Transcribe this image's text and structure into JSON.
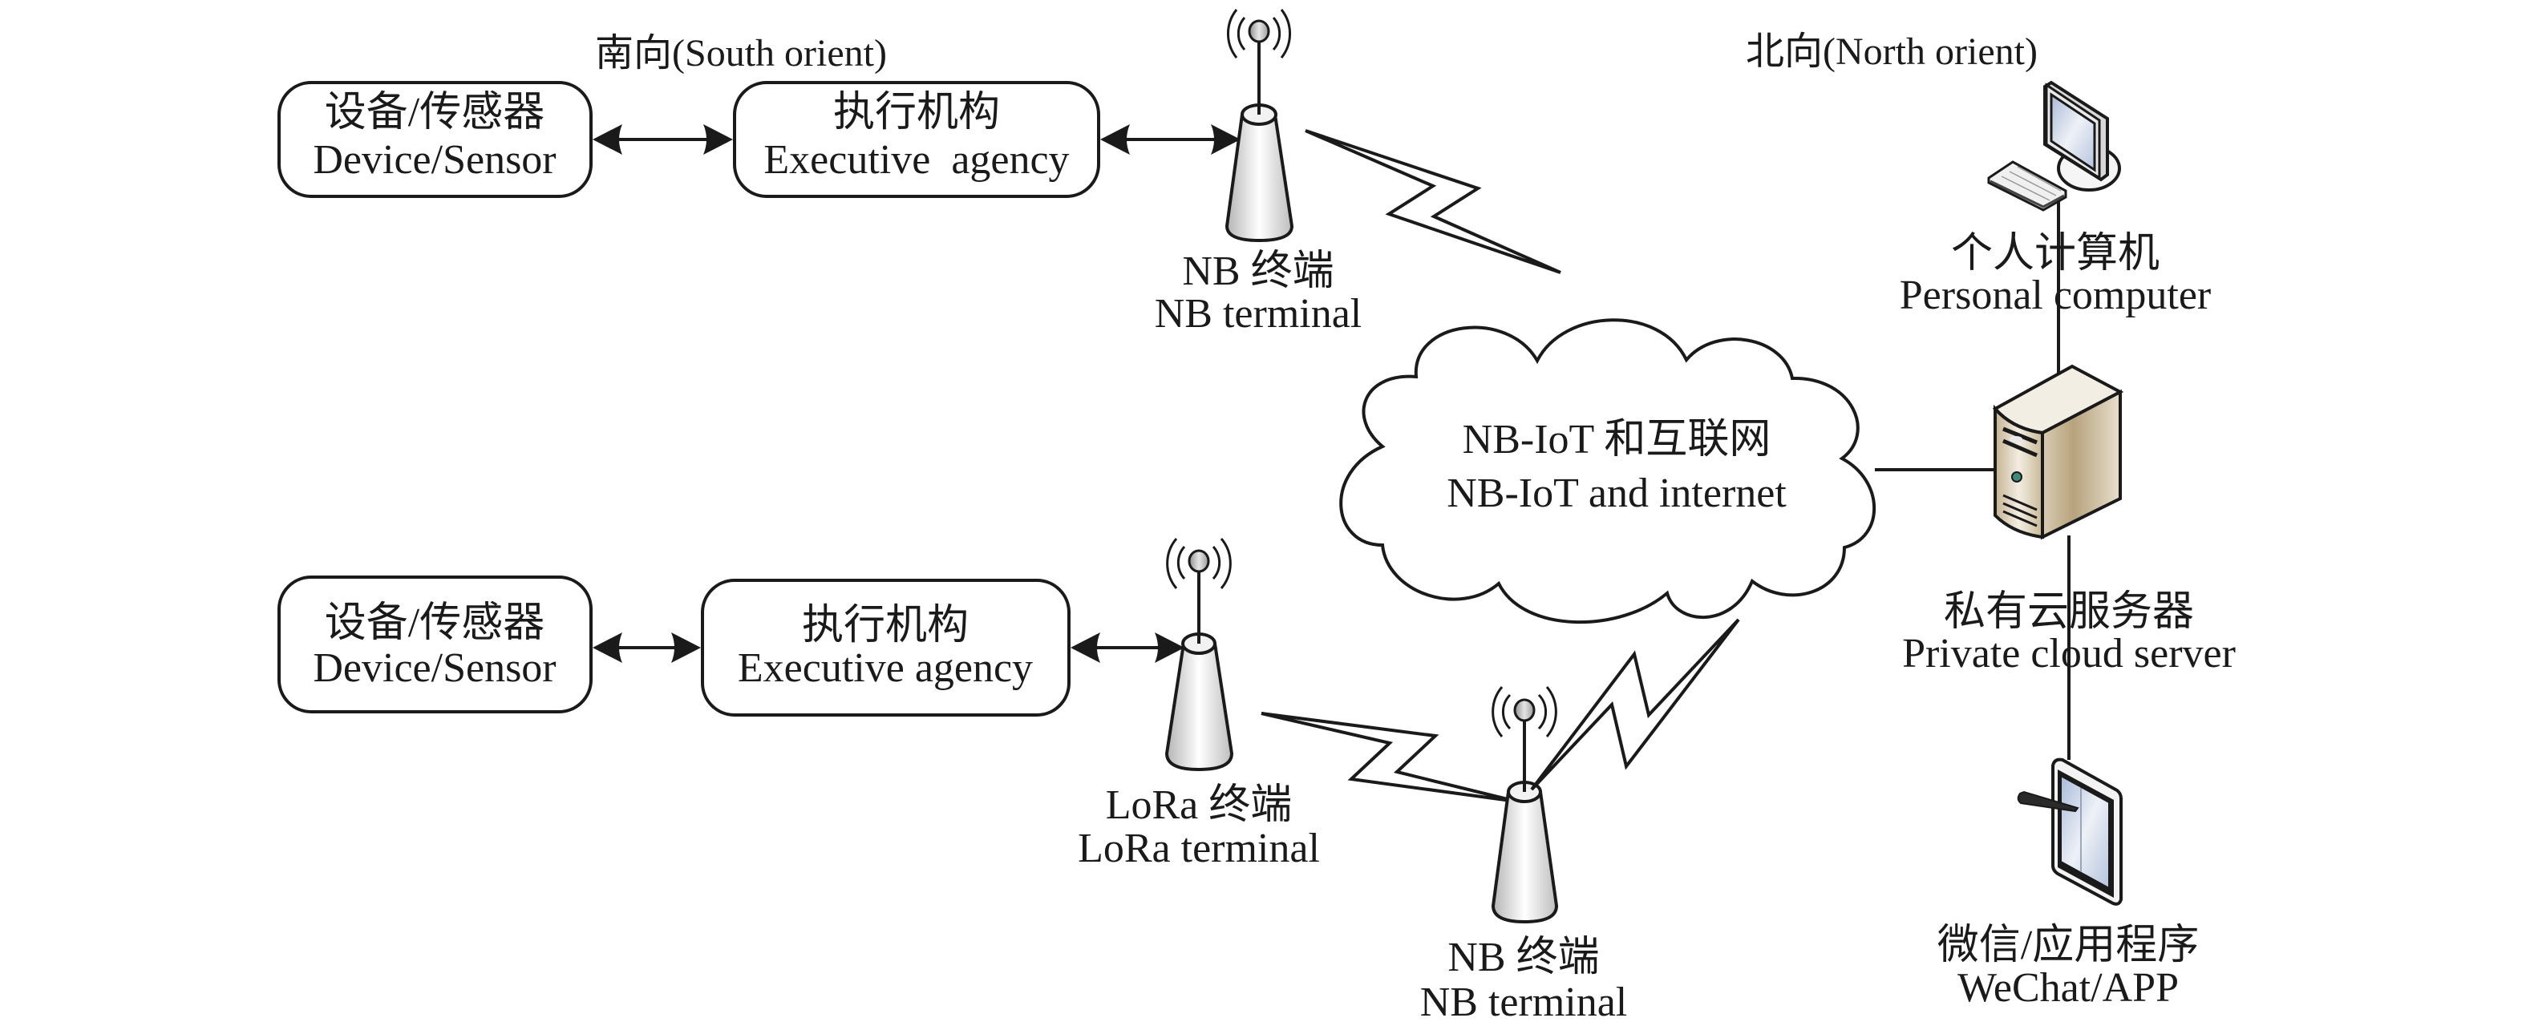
{
  "headers": {
    "south": "南向(South orient)",
    "north": "北向(North orient)"
  },
  "rows": [
    {
      "device": {
        "zh": "设备/传感器",
        "en": "Device/Sensor"
      },
      "actuator": {
        "zh": "执行机构",
        "en": "Executive  agency"
      },
      "terminal": {
        "zh": "NB 终端",
        "en": "NB terminal",
        "type": "NB"
      }
    },
    {
      "device": {
        "zh": "设备/传感器",
        "en": "Device/Sensor"
      },
      "actuator": {
        "zh": "执行机构",
        "en": "Executive agency"
      },
      "terminal": {
        "zh": "LoRa 终端",
        "en": "LoRa terminal",
        "type": "LoRa"
      }
    }
  ],
  "relay_terminal": {
    "zh": "NB 终端",
    "en": "NB terminal"
  },
  "network": {
    "zh": "NB-IoT 和互联网",
    "en": "NB-IoT and internet"
  },
  "north_nodes": {
    "pc": {
      "zh": "个人计算机",
      "en": "Personal computer",
      "icon": "desktop-computer-icon"
    },
    "server": {
      "zh": "私有云服务器",
      "en": "Private cloud server",
      "icon": "server-tower-icon"
    },
    "app": {
      "zh": "微信/应用程序",
      "en": "WeChat/APP",
      "icon": "tablet-stylus-icon"
    }
  },
  "links": [
    {
      "from": "Device/Sensor (top)",
      "to": "Executive agency (top)",
      "kind": "bidirectional"
    },
    {
      "from": "Executive agency (top)",
      "to": "NB terminal (top)",
      "kind": "bidirectional"
    },
    {
      "from": "NB terminal (top)",
      "to": "NB-IoT and internet",
      "kind": "wireless"
    },
    {
      "from": "Device/Sensor (bottom)",
      "to": "Executive agency (bottom)",
      "kind": "bidirectional"
    },
    {
      "from": "Executive agency (bottom)",
      "to": "LoRa terminal",
      "kind": "bidirectional"
    },
    {
      "from": "LoRa terminal",
      "to": "NB terminal (bottom)",
      "kind": "wireless"
    },
    {
      "from": "NB terminal (bottom)",
      "to": "NB-IoT and internet",
      "kind": "wireless"
    },
    {
      "from": "NB-IoT and internet",
      "to": "Private cloud server",
      "kind": "wired"
    },
    {
      "from": "Private cloud server",
      "to": "Personal computer",
      "kind": "wired"
    },
    {
      "from": "Private cloud server",
      "to": "WeChat/APP",
      "kind": "wired"
    }
  ],
  "colors": {
    "line": "#1a1a1a",
    "tower_fill_light": "#f4f4f4",
    "tower_fill_dark": "#b8b8b8",
    "server_tan": "#c8b896",
    "screen_blue": "#b8c8e0"
  }
}
